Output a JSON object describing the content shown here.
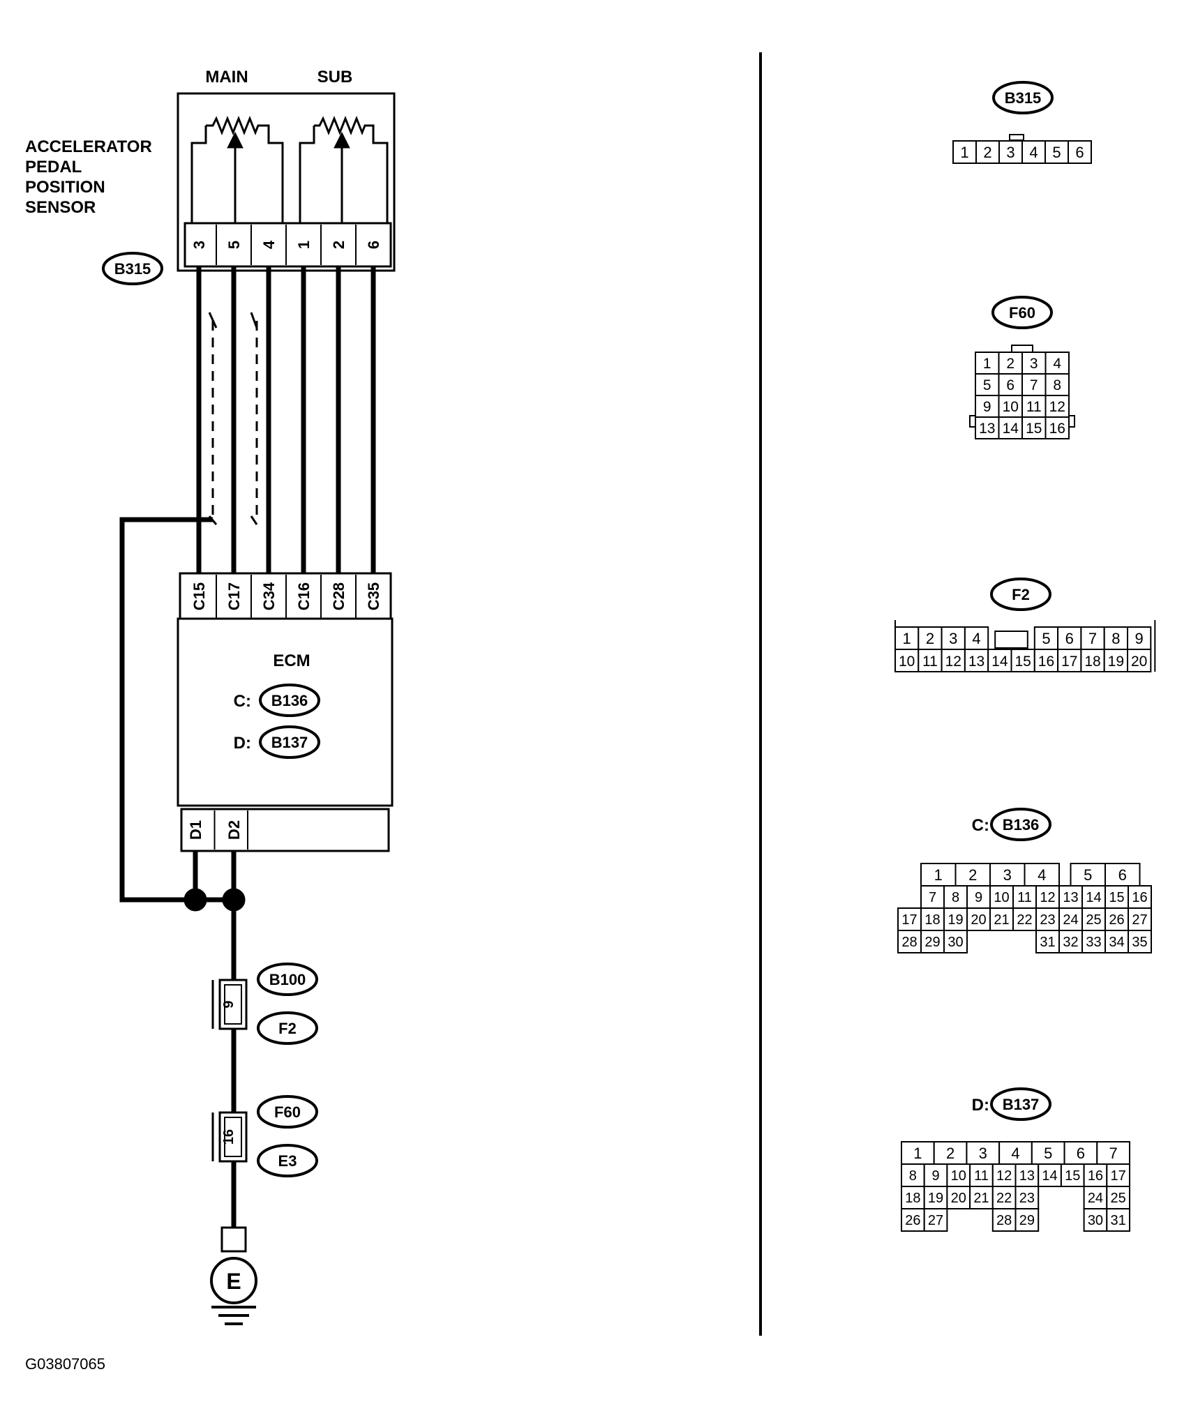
{
  "sensor": {
    "name_lines": [
      "ACCELERATOR",
      "PEDAL",
      "POSITION",
      "SENSOR"
    ],
    "main_label": "MAIN",
    "sub_label": "SUB",
    "connector_tag": "B315",
    "pins": [
      "3",
      "5",
      "4",
      "1",
      "2",
      "6"
    ]
  },
  "ecm": {
    "title": "ECM",
    "c_prefix": "C:",
    "c_connector": "B136",
    "d_prefix": "D:",
    "d_connector": "B137",
    "c_pins": [
      "C15",
      "C17",
      "C34",
      "C16",
      "C28",
      "C35"
    ],
    "d_pins": [
      "D1",
      "D2"
    ]
  },
  "ground_path": {
    "joint1": {
      "pin": "9",
      "upper_tag": "B100",
      "lower_tag": "F2"
    },
    "joint2": {
      "pin": "16",
      "upper_tag": "F60",
      "lower_tag": "E3"
    },
    "ground_label": "E"
  },
  "connectors": {
    "b315": {
      "tag": "B315",
      "rows": [
        [
          "1",
          "2",
          "3",
          "4",
          "5",
          "6"
        ]
      ]
    },
    "f60": {
      "tag": "F60",
      "rows": [
        [
          "1",
          "2",
          "3",
          "4"
        ],
        [
          "5",
          "6",
          "7",
          "8"
        ],
        [
          "9",
          "10",
          "11",
          "12"
        ],
        [
          "13",
          "14",
          "15",
          "16"
        ]
      ]
    },
    "f2": {
      "tag": "F2",
      "row1": [
        "1",
        "2",
        "3",
        "4",
        "",
        "",
        "5",
        "6",
        "7",
        "8",
        "9"
      ],
      "row2": [
        "10",
        "11",
        "12",
        "13",
        "14",
        "15",
        "16",
        "17",
        "18",
        "19",
        "20"
      ]
    },
    "b136": {
      "prefix": "C:",
      "tag": "B136",
      "rows": [
        [
          "",
          "1",
          "2",
          "3",
          "4",
          "",
          "5",
          "6"
        ],
        [
          "",
          "7",
          "8",
          "9",
          "10",
          "11",
          "12",
          "13",
          "14",
          "15",
          "16"
        ],
        [
          "17",
          "18",
          "19",
          "20",
          "21",
          "22",
          "23",
          "24",
          "25",
          "26",
          "27"
        ],
        [
          "28",
          "29",
          "30",
          "",
          "",
          "",
          "31",
          "32",
          "33",
          "34",
          "35"
        ]
      ]
    },
    "b137": {
      "prefix": "D:",
      "tag": "B137",
      "rows": [
        [
          "1",
          "2",
          "3",
          "4",
          "5",
          "6",
          "7"
        ],
        [
          "8",
          "9",
          "10",
          "11",
          "12",
          "13",
          "14",
          "15",
          "16",
          "17"
        ],
        [
          "18",
          "19",
          "20",
          "21",
          "22",
          "23",
          "",
          "",
          "24",
          "25"
        ],
        [
          "26",
          "27",
          "",
          "",
          "28",
          "29",
          "",
          "",
          "30",
          "31"
        ]
      ]
    }
  },
  "figure_code": "G03807065"
}
